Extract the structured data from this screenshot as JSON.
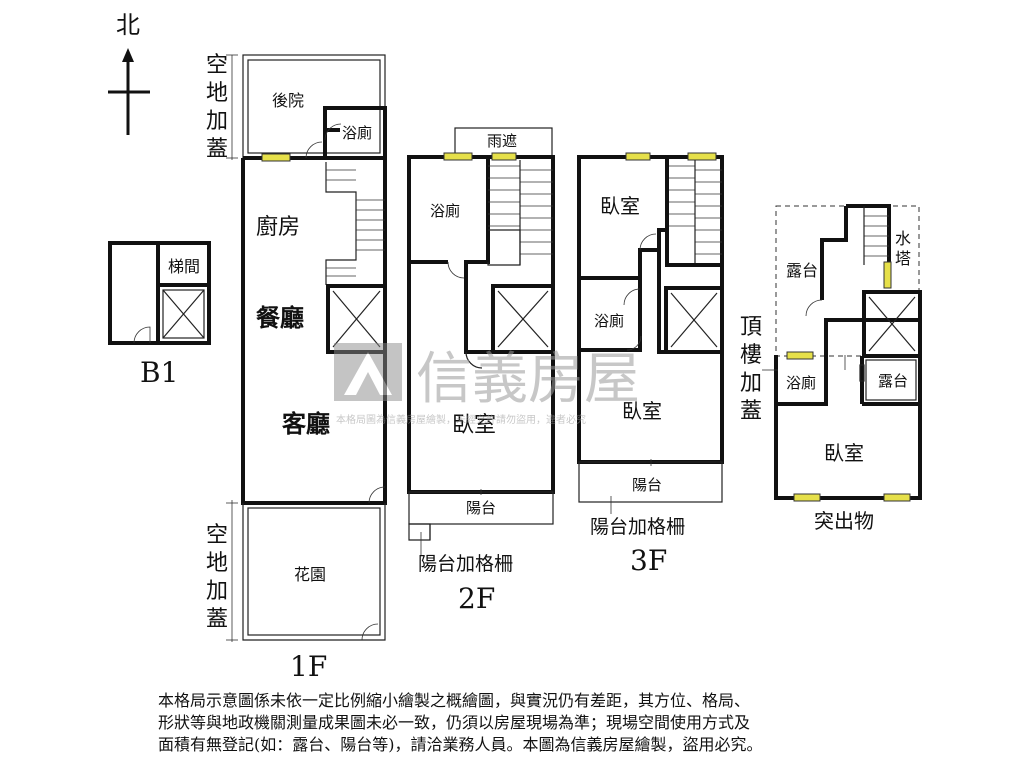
{
  "north_label": "北",
  "floors": {
    "b1": {
      "name": "B1",
      "rooms": {
        "stair": "梯間"
      }
    },
    "f1": {
      "name": "1F",
      "rooms": {
        "backyard": "後院",
        "bath": "浴廁",
        "kitchen": "廚房",
        "dining": "餐廳",
        "living": "客廳",
        "garden": "花園"
      },
      "side_top": [
        "空",
        "地",
        "加",
        "蓋"
      ],
      "side_bottom": [
        "空",
        "地",
        "加",
        "蓋"
      ]
    },
    "f2": {
      "name": "2F",
      "rooms": {
        "canopy": "雨遮",
        "bath": "浴廁",
        "bedroom": "臥室",
        "balcony": "陽台"
      },
      "note": "陽台加格柵"
    },
    "f3": {
      "name": "3F",
      "rooms": {
        "bedroom_n": "臥室",
        "bath": "浴廁",
        "bedroom_s": "臥室",
        "balcony": "陽台"
      },
      "note": "陽台加格柵"
    },
    "roof": {
      "rooms": {
        "terrace_w": "露台",
        "water_tower": "水塔",
        "bath": "浴廁",
        "terrace_e": "露台",
        "bedroom": "臥室"
      },
      "side_label": [
        "頂",
        "樓",
        "加",
        "蓋"
      ],
      "protrusion": "突出物"
    }
  },
  "watermark": {
    "brand": "信義房屋",
    "small": "本格局圖為信義房屋繪製，未經允許請勿盜用，違者必究"
  },
  "disclaimer": [
    "本格局示意圖係未依一定比例縮小繪製之概繪圖，與實況仍有差距，其方位、格局、",
    "形狀等與地政機關測量成果圖未必一致，仍須以房屋現場為準；現場空間使用方式及",
    "面積有無登記(如：露台、陽台等)，請洽業務人員。本圖為信義房屋繪製，盜用必究。"
  ]
}
